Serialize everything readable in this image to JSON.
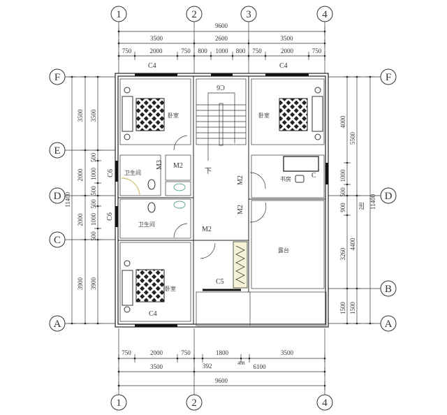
{
  "axes": {
    "columns_top": [
      "1",
      "2",
      "3",
      "4"
    ],
    "columns_bottom": [
      "1",
      "2",
      "4"
    ],
    "rows_left": [
      "F",
      "E",
      "D",
      "C",
      "A"
    ],
    "rows_right": [
      "F",
      "D",
      "B",
      "A"
    ]
  },
  "dimensions": {
    "top_total": "9600",
    "top_bays": [
      "3500",
      "2600",
      "3500"
    ],
    "top_detail": [
      "750",
      "2000",
      "750",
      "800",
      "1000",
      "800",
      "750",
      "2000",
      "750"
    ],
    "bottom_detail": [
      "750",
      "2000",
      "750",
      "1800",
      "3500"
    ],
    "bottom_offsets": [
      "392",
      "408"
    ],
    "bottom_bays": [
      "3500",
      "6100"
    ],
    "bottom_total": "9600",
    "left_total": "11400",
    "left_bays": [
      "3500",
      "2000",
      "2000",
      "3900"
    ],
    "left_detail": [
      "3500",
      "500",
      "1000",
      "500",
      "500",
      "1000",
      "500",
      "3900"
    ],
    "right_detail": [
      "4000",
      "1000",
      "500",
      "900",
      "3260",
      "1500"
    ],
    "right_bays": [
      "5500",
      "4400",
      "1500"
    ],
    "right_total": "11400",
    "right_note": "240"
  },
  "rooms": {
    "bedroom_top_left": "卧室",
    "bedroom_top_right": "卧室",
    "bedroom_bottom_left": "卧室",
    "bathroom_1": "卫生间",
    "bathroom_2": "卫生间",
    "study": "书房",
    "terrace": "露台",
    "stair_down": "下"
  },
  "openings": {
    "window_top_left": "C4",
    "window_top_right": "C4",
    "window_bottom_left": "C4",
    "window_left_1": "C6",
    "window_left_2": "C6",
    "window_stair": "C6",
    "window_c5": "C5",
    "window_study": "C",
    "door_m2_a": "M2",
    "door_m2_b": "M2",
    "door_m2_c": "M2",
    "door_m2_d": "M2",
    "door_m3": "M3"
  }
}
